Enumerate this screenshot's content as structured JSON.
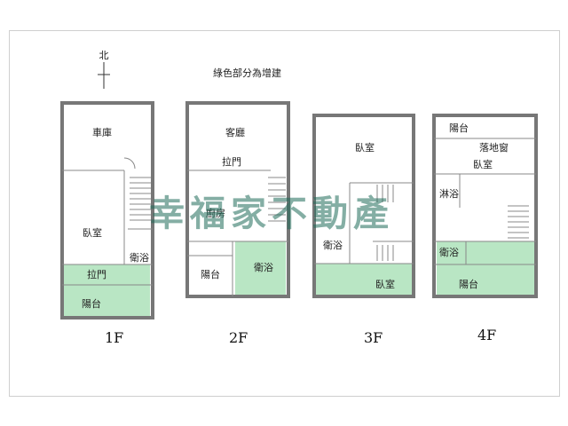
{
  "north_label": "北",
  "note": "綠色部分為增建",
  "watermark": "幸福家不動產",
  "floors": [
    {
      "floor_label": "1F",
      "rooms": [
        "車庫",
        "臥室",
        "衛浴",
        "拉門",
        "陽台"
      ]
    },
    {
      "floor_label": "2F",
      "rooms": [
        "客廳",
        "拉門",
        "廚房",
        "陽台",
        "衛浴"
      ]
    },
    {
      "floor_label": "3F",
      "rooms": [
        "臥室",
        "衛浴",
        "臥室"
      ]
    },
    {
      "floor_label": "4F",
      "rooms": [
        "陽台",
        "落地窗",
        "臥室",
        "淋浴",
        "衛浴",
        "陽台"
      ]
    }
  ],
  "colors": {
    "addition_green": "#b9e6c4",
    "wall": "#777777",
    "watermark": "#1f6b5a"
  }
}
